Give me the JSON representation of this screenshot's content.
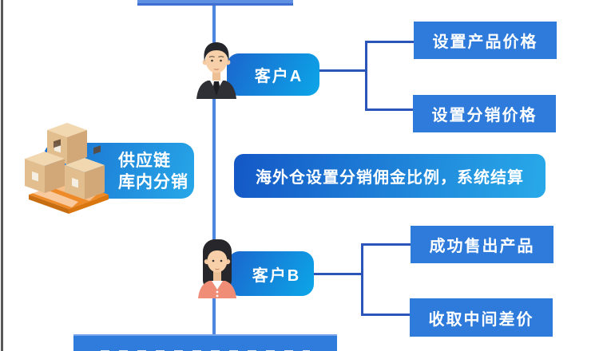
{
  "diagram": {
    "customer_a": {
      "label": "客户A"
    },
    "customer_a_outputs": [
      {
        "label": "设置产品价格"
      },
      {
        "label": "设置分销价格"
      }
    ],
    "supply_chain": {
      "line1": "供应链",
      "line2": "库内分销"
    },
    "banner": {
      "label": "海外仓设置分销佣金比例，系统结算"
    },
    "customer_b": {
      "label": "客户B"
    },
    "customer_b_outputs": [
      {
        "label": "成功售出产品"
      },
      {
        "label": "收取中间差价"
      }
    ]
  },
  "icons": {
    "customer_a": "male-avatar-icon",
    "customer_b": "female-avatar-icon",
    "supply_chain": "cargo-boxes-icon"
  },
  "colors": {
    "solid_node_blue": "#2e7bdb",
    "pill_gradient_start": "#1b66cd",
    "pill_gradient_end": "#0ca6e8",
    "banner_gradient_start": "#1458c6",
    "banner_gradient_end": "#28a9e9",
    "connector_dark_blue": "#2b55b8",
    "trunk_line_blue": "#4c86e0",
    "pallet_orange": "#ef8a28",
    "box_tan": "#e2bd8e"
  }
}
